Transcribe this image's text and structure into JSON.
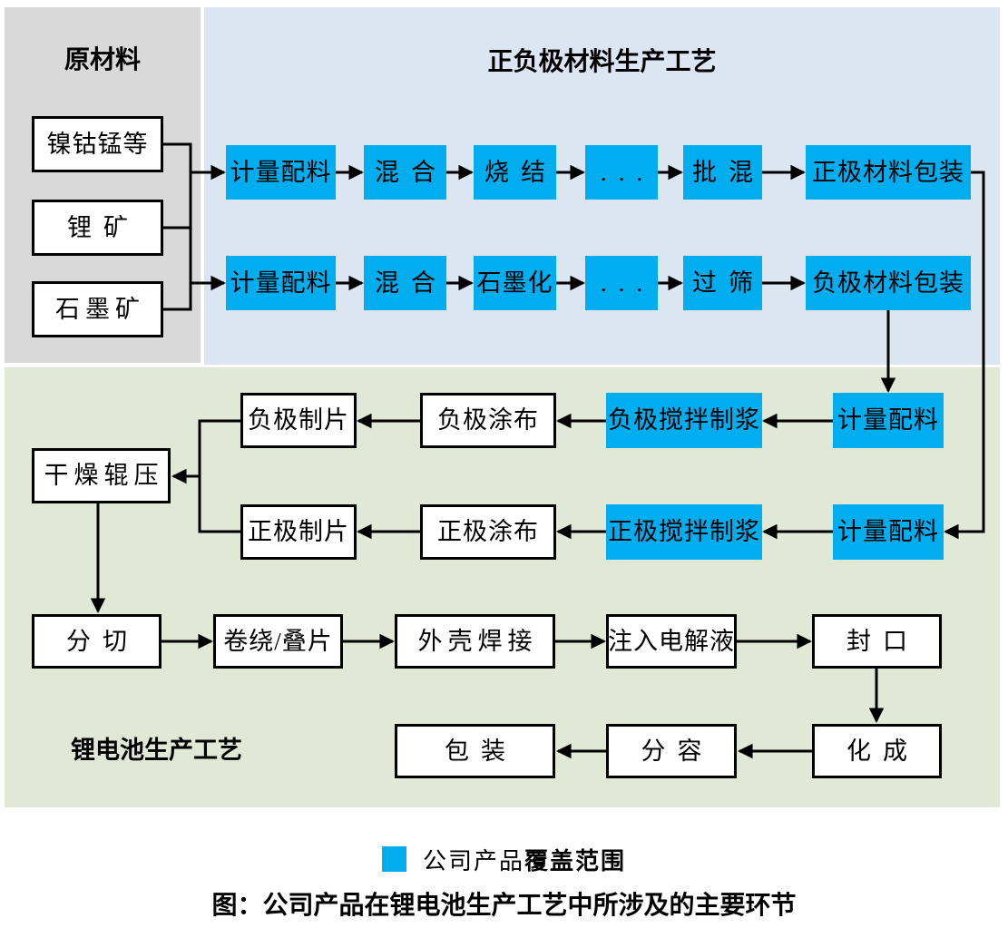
{
  "figure": {
    "caption": "图：公司产品在锂电池生产工艺中所涉及的主要环节"
  },
  "legend": {
    "swatch_color": "#00adee",
    "label_regular": "公司产品",
    "label_bold": "覆盖范围",
    "label_full": "公司产品覆盖范围"
  },
  "colors": {
    "covered_step_blue": "#00adee",
    "raw_panel_gray": "#d9d9d9",
    "electrode_panel_blue": "#dce6f2",
    "battery_panel_green": "#dfe9d6",
    "line_black": "#000000"
  },
  "raw": {
    "title": "原材料",
    "items": [
      {
        "label": "镍钴锰等"
      },
      {
        "label": "锂矿"
      },
      {
        "label": "石墨矿"
      }
    ]
  },
  "electrode": {
    "title": "正负极材料生产工艺",
    "positive_line": [
      {
        "label": "计量配料",
        "covered": true
      },
      {
        "label": "混合",
        "covered": true
      },
      {
        "label": "烧结",
        "covered": true
      },
      {
        "label": "...",
        "covered": true
      },
      {
        "label": "批混",
        "covered": true
      },
      {
        "label": "正极材料包装",
        "covered": true
      }
    ],
    "negative_line": [
      {
        "label": "计量配料",
        "covered": true
      },
      {
        "label": "混合",
        "covered": true
      },
      {
        "label": "石墨化",
        "covered": true
      },
      {
        "label": "...",
        "covered": true
      },
      {
        "label": "过筛",
        "covered": true
      },
      {
        "label": "负极材料包装",
        "covered": true
      }
    ]
  },
  "battery": {
    "title": "锂电池生产工艺",
    "anode_line": [
      {
        "label": "计量配料",
        "covered": true
      },
      {
        "label": "负极搅拌制浆",
        "covered": true
      },
      {
        "label": "负极涂布",
        "covered": false
      },
      {
        "label": "负极制片",
        "covered": false
      }
    ],
    "cathode_line": [
      {
        "label": "计量配料",
        "covered": true
      },
      {
        "label": "正极搅拌制浆",
        "covered": true
      },
      {
        "label": "正极涂布",
        "covered": false
      },
      {
        "label": "正极制片",
        "covered": false
      }
    ],
    "merge_step": {
      "label": "干燥辊压",
      "covered": false
    },
    "assembly_line": [
      {
        "label": "分切",
        "covered": false
      },
      {
        "label": "卷绕/叠片",
        "covered": false
      },
      {
        "label": "外壳焊接",
        "covered": false
      },
      {
        "label": "注入电解液",
        "covered": false
      },
      {
        "label": "封口",
        "covered": false
      }
    ],
    "finishing_line": [
      {
        "label": "化成",
        "covered": false
      },
      {
        "label": "分容",
        "covered": false
      },
      {
        "label": "包装",
        "covered": false
      }
    ]
  }
}
